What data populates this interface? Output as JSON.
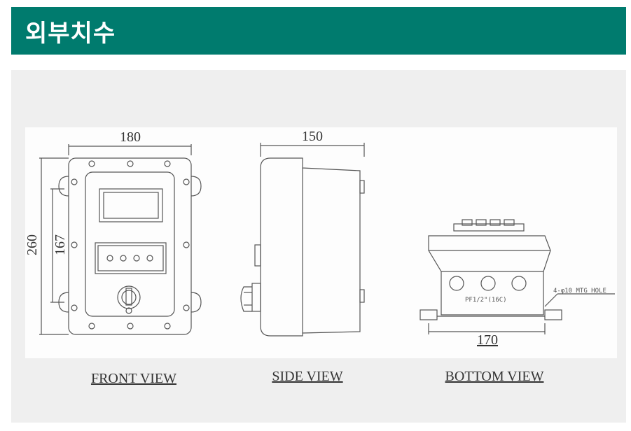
{
  "header": {
    "title": "외부치수"
  },
  "views": {
    "front": {
      "caption": "FRONT VIEW",
      "width": "180",
      "height": "260",
      "mount": "167"
    },
    "side": {
      "caption": "SIDE VIEW",
      "depth": "150"
    },
    "bottom": {
      "caption": "BOTTOM VIEW",
      "width": "170",
      "conduit": "PF1/2\"(16C)",
      "hole": "4-φ10 MTG HOLE"
    }
  },
  "colors": {
    "header_bg": "#007b6e",
    "panel_bg": "#efefef",
    "line": "#555555"
  }
}
